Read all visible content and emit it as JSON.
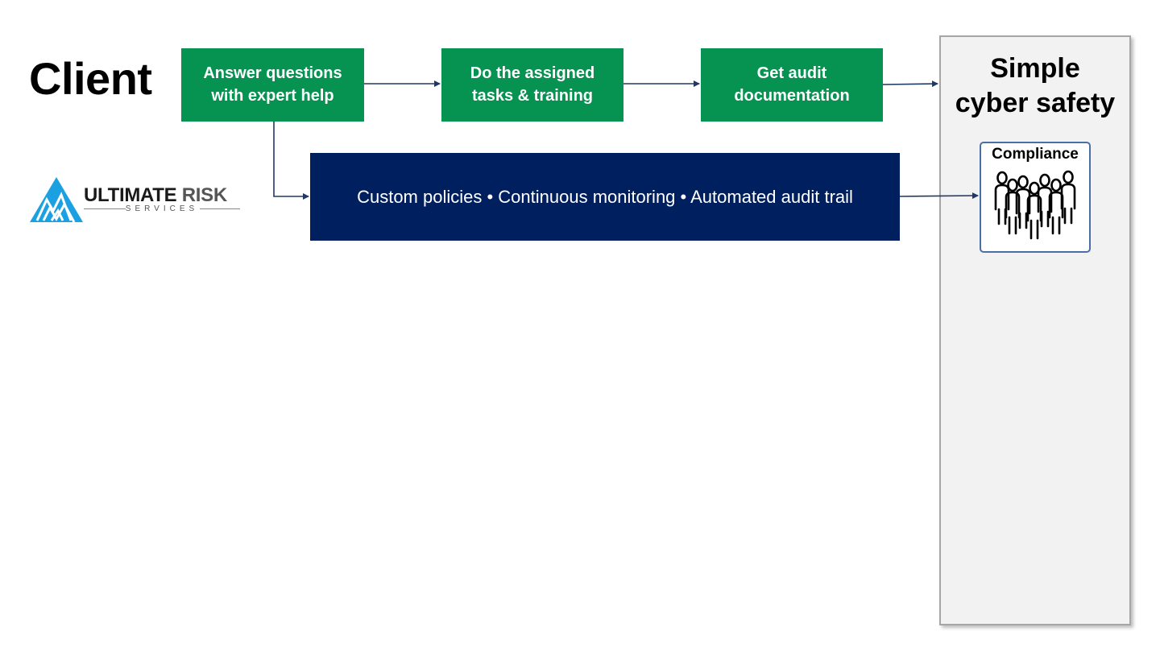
{
  "client_label": "Client",
  "steps": [
    {
      "label": "Answer questions\nwith expert help"
    },
    {
      "label": "Do the assigned\ntasks & training"
    },
    {
      "label": "Get audit\ndocumentation"
    }
  ],
  "service_bar": {
    "label": "Custom policies • Continuous monitoring • Automated audit trail"
  },
  "outcome": {
    "title": "Simple\ncyber safety",
    "card_label": "Compliance",
    "icon": "people-group-icon"
  },
  "logo": {
    "name_main": "ULTIMATE",
    "name_accent": "RISK",
    "subtitle": "SERVICES",
    "icon": "mountain-logo-icon"
  },
  "colors": {
    "step_green": "#069351",
    "service_navy": "#001F5F",
    "arrow": "#1F3864",
    "panel_bg": "#F2F2F2",
    "logo_blue": "#1BA1E2"
  }
}
